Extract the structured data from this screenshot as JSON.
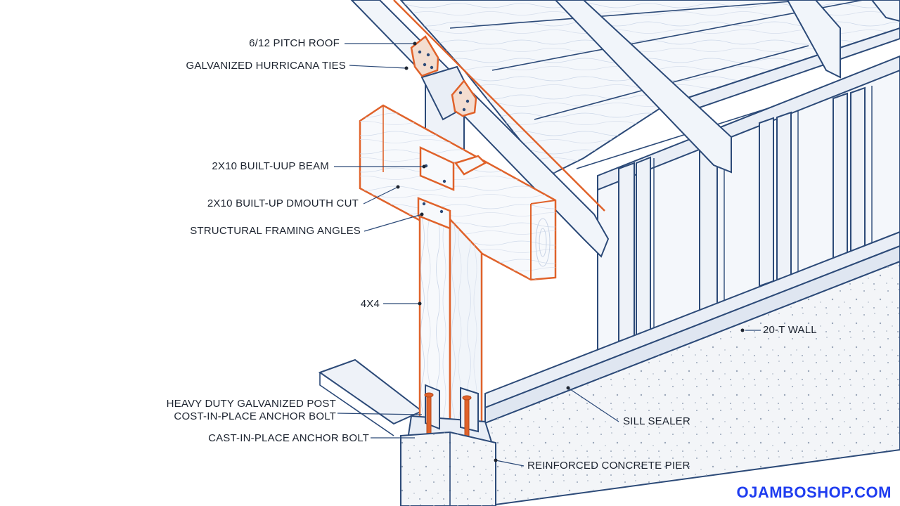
{
  "labels": {
    "pitch_roof": "6/12 PITCH ROOF",
    "hurricane_ties": "GALVANIZED HURRICANA TIES",
    "built_up_beam": "2X10 BUILT-UUP BEAM",
    "mouth_cut": "2X10 BUILT-UP DMOUTH CUT",
    "framing_angles": "STRUCTURAL FRAMING ANGLES",
    "post": "4X4",
    "post_base_line1": "HEAVY DUTY GALVANIZED POST",
    "post_base_line2": "COST-IN-PLACE ANCHOR BOLT",
    "anchor_bolt": "CAST-IN-PLACE ANCHOR BOLT",
    "wall": "20-T WALL",
    "sill_sealer": "SILL SEALER",
    "concrete_pier": "REINFORCED CONCRETE PIER"
  },
  "watermark": "OJAMBOSHOP.COM",
  "colors": {
    "linework": "#2c4a78",
    "highlight": "#e0622a",
    "text": "#1d2430",
    "watermark": "#1e3cf0"
  }
}
